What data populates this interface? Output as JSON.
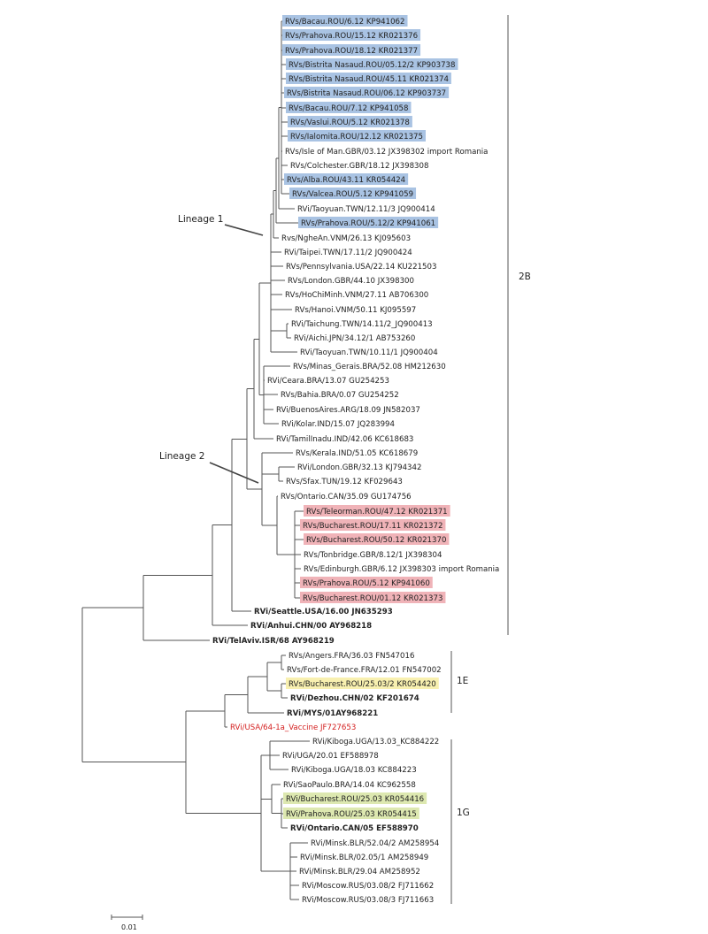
{
  "colors": {
    "blue": "#a9c3e3",
    "pink": "#f0b3b8",
    "yellow": "#f8f0b0",
    "green": "#dde8b0",
    "red_text": "#d42020",
    "line": "#555555"
  },
  "leaves": [
    {
      "label": "RVs/Bacau.ROU/6.12 KP941062",
      "hl": "blue"
    },
    {
      "label": "RVs/Prahova.ROU/15.12 KR021376",
      "hl": "blue"
    },
    {
      "label": "RVs/Prahova.ROU/18.12 KR021377",
      "hl": "blue"
    },
    {
      "label": "RVs/Bistrita Nasaud.ROU/05.12/2 KP903738",
      "hl": "blue"
    },
    {
      "label": "RVs/Bistrita Nasaud.ROU/45.11 KR021374",
      "hl": "blue"
    },
    {
      "label": "RVs/Bistrita Nasaud.ROU/06.12 KP903737",
      "hl": "blue"
    },
    {
      "label": "RVs/Bacau.ROU/7.12 KP941058",
      "hl": "blue"
    },
    {
      "label": "RVs/Vaslui.ROU/5.12 KR021378",
      "hl": "blue"
    },
    {
      "label": "RVs/Ialomita.ROU/12.12 KR021375",
      "hl": "blue"
    },
    {
      "label": "RVs/Isle of Man.GBR/03.12 JX398302 import Romania"
    },
    {
      "label": "RVs/Colchester.GBR/18.12 JX398308"
    },
    {
      "label": "RVs/Alba.ROU/43.11 KR054424",
      "hl": "blue"
    },
    {
      "label": "RVs/Valcea.ROU/5.12 KP941059",
      "hl": "blue"
    },
    {
      "label": "RVi/Taoyuan.TWN/12.11/3 JQ900414"
    },
    {
      "label": "RVs/Prahova.ROU/5.12/2 KP941061",
      "hl": "blue"
    },
    {
      "label": "Rvs/NgheAn.VNM/26.13 KJ095603"
    },
    {
      "label": "RVi/Taipei.TWN/17.11/2 JQ900424"
    },
    {
      "label": "RVs/Pennsylvania.USA/22.14 KU221503"
    },
    {
      "label": "RVs/London.GBR/44.10 JX398300"
    },
    {
      "label": "RVs/HoChiMinh.VNM/27.11 AB706300"
    },
    {
      "label": "RVs/Hanoi.VNM/50.11 KJ095597"
    },
    {
      "label": "RVi/Taichung.TWN/14.11/2_JQ900413"
    },
    {
      "label": "RVi/Aichi.JPN/34.12/1 AB753260"
    },
    {
      "label": "RVi/Taoyuan.TWN/10.11/1 JQ900404"
    },
    {
      "label": "RVs/Minas_Gerais.BRA/52.08 HM212630"
    },
    {
      "label": "RVi/Ceara.BRA/13.07 GU254253"
    },
    {
      "label": "RVs/Bahia.BRA/0.07 GU254252"
    },
    {
      "label": "RVi/BuenosAires.ARG/18.09 JN582037"
    },
    {
      "label": "RVi/Kolar.IND/15.07 JQ283994"
    },
    {
      "label": "RVi/TamilInadu.IND/42.06 KC618683"
    },
    {
      "label": "RVs/Kerala.IND/51.05 KC618679"
    },
    {
      "label": "RVi/London.GBR/32.13 KJ794342"
    },
    {
      "label": "RVs/Sfax.TUN/19.12 KF029643"
    },
    {
      "label": "RVs/Ontario.CAN/35.09 GU174756"
    },
    {
      "label": "RVs/Teleorman.ROU/47.12 KR021371",
      "hl": "pink"
    },
    {
      "label": "RVs/Bucharest.ROU/17.11 KR021372",
      "hl": "pink"
    },
    {
      "label": "RVs/Bucharest.ROU/50.12 KR021370",
      "hl": "pink"
    },
    {
      "label": "RVs/Tonbridge.GBR/8.12/1 JX398304"
    },
    {
      "label": "RVs/Edinburgh.GBR/6.12 JX398303 import Romania"
    },
    {
      "label": "RVs/Prahova.ROU/5.12 KP941060",
      "hl": "pink"
    },
    {
      "label": "RVs/Bucharest.ROU/01.12 KR021373",
      "hl": "pink"
    },
    {
      "label": "RVi/Seattle.USA/16.00 JN635293",
      "bold": true
    },
    {
      "label": "RVi/Anhui.CHN/00 AY968218",
      "bold": true
    },
    {
      "label": "RVi/TelAviv.ISR/68 AY968219",
      "bold": true
    },
    {
      "label": "RVs/Angers.FRA/36.03 FN547016"
    },
    {
      "label": "RVs/Fort-de-France.FRA/12.01 FN547002"
    },
    {
      "label": "RVs/Bucharest.ROU/25.03/2 KR054420",
      "hl": "yellow"
    },
    {
      "label": "RVi/Dezhou.CHN/02 KF201674",
      "bold": true
    },
    {
      "label": "RVi/MYS/01AY968221",
      "bold": true
    },
    {
      "label": "RVi/USA/64-1a_Vaccine JF727653",
      "red": true
    },
    {
      "label": "RVi/Kiboga.UGA/13.03_KC884222"
    },
    {
      "label": "RVi/UGA/20.01 EF588978"
    },
    {
      "label": "RVi/Kiboga.UGA/18.03 KC884223"
    },
    {
      "label": "RVi/SaoPaulo.BRA/14.04 KC962558"
    },
    {
      "label": "RVi/Bucharest.ROU/25.03 KR054416",
      "hl": "green"
    },
    {
      "label": "RVi/Prahova.ROU/25.03 KR054415",
      "hl": "green"
    },
    {
      "label": "RVi/Ontario.CAN/05 EF588970",
      "bold": true
    },
    {
      "label": "RVi/Minsk.BLR/52.04/2 AM258954"
    },
    {
      "label": "RVi/Minsk.BLR/02.05/1 AM258949"
    },
    {
      "label": "RVi/Minsk.BLR/29.04 AM258952"
    },
    {
      "label": "RVi/Moscow.RUS/03.08/2 FJ711662"
    },
    {
      "label": "RVi/Moscow.RUS/03.08/3 FJ711663"
    }
  ],
  "clades": [
    {
      "label": "2B"
    },
    {
      "label": "1E"
    },
    {
      "label": "1G"
    }
  ],
  "lineages": [
    {
      "label": "Lineage 1"
    },
    {
      "label": "Lineage 2"
    }
  ],
  "scale": {
    "label": "0.01"
  }
}
